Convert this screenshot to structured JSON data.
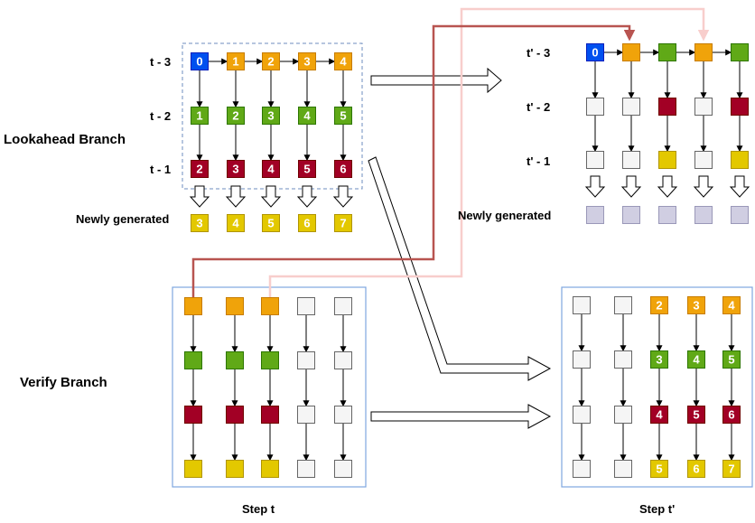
{
  "labels": {
    "lookahead_branch": "Lookahead Branch",
    "verify_branch": "Verify Branch",
    "newly_generated_left": "Newly generated",
    "newly_generated_right": "Newly generated",
    "step_t": "Step t",
    "step_t_prime": "Step t'"
  },
  "left_rows": [
    "t - 3",
    "t - 2",
    "t - 1"
  ],
  "right_rows": [
    "t' - 3",
    "t' - 2",
    "t' - 1"
  ],
  "colors": {
    "blue": "#0050ef",
    "orange": "#f0a30a",
    "green": "#60a917",
    "red": "#a20025",
    "yellow": "#e3c800",
    "gray": "#f5f5f5",
    "lavender": "#d0cee2",
    "dark_red_line": "#b85450",
    "light_red_line": "#f8cecc",
    "frame_dashed": "#6c8ebf",
    "frame_solid": "#7ea6e0"
  },
  "lookahead_t": {
    "row1": [
      {
        "c": "blue",
        "n": "0"
      },
      {
        "c": "orange",
        "n": "1"
      },
      {
        "c": "orange",
        "n": "2"
      },
      {
        "c": "orange",
        "n": "3"
      },
      {
        "c": "orange",
        "n": "4"
      }
    ],
    "row2": [
      {
        "c": "green",
        "n": "1"
      },
      {
        "c": "green",
        "n": "2"
      },
      {
        "c": "green",
        "n": "3"
      },
      {
        "c": "green",
        "n": "4"
      },
      {
        "c": "green",
        "n": "5"
      }
    ],
    "row3": [
      {
        "c": "red",
        "n": "2"
      },
      {
        "c": "red",
        "n": "3"
      },
      {
        "c": "red",
        "n": "4"
      },
      {
        "c": "red",
        "n": "5"
      },
      {
        "c": "red",
        "n": "6"
      }
    ],
    "generated": [
      {
        "c": "yellow",
        "n": "3"
      },
      {
        "c": "yellow",
        "n": "4"
      },
      {
        "c": "yellow",
        "n": "5"
      },
      {
        "c": "yellow",
        "n": "6"
      },
      {
        "c": "yellow",
        "n": "7"
      }
    ]
  },
  "lookahead_tp": {
    "row1": [
      {
        "c": "blue",
        "n": "0"
      },
      {
        "c": "orange",
        "n": ""
      },
      {
        "c": "green",
        "n": ""
      },
      {
        "c": "orange",
        "n": ""
      },
      {
        "c": "green",
        "n": ""
      }
    ],
    "row2": [
      {
        "c": "gray",
        "n": ""
      },
      {
        "c": "gray",
        "n": ""
      },
      {
        "c": "red",
        "n": ""
      },
      {
        "c": "gray",
        "n": ""
      },
      {
        "c": "red",
        "n": ""
      }
    ],
    "row3": [
      {
        "c": "gray",
        "n": ""
      },
      {
        "c": "gray",
        "n": ""
      },
      {
        "c": "yellow",
        "n": ""
      },
      {
        "c": "gray",
        "n": ""
      },
      {
        "c": "yellow",
        "n": ""
      }
    ],
    "generated": [
      {
        "c": "lavender",
        "n": ""
      },
      {
        "c": "lavender",
        "n": ""
      },
      {
        "c": "lavender",
        "n": ""
      },
      {
        "c": "lavender",
        "n": ""
      },
      {
        "c": "lavender",
        "n": ""
      }
    ]
  },
  "verify_t": {
    "row1": [
      {
        "c": "orange",
        "n": ""
      },
      {
        "c": "orange",
        "n": ""
      },
      {
        "c": "orange",
        "n": ""
      },
      {
        "c": "gray",
        "n": ""
      },
      {
        "c": "gray",
        "n": ""
      }
    ],
    "row2": [
      {
        "c": "green",
        "n": ""
      },
      {
        "c": "green",
        "n": ""
      },
      {
        "c": "green",
        "n": ""
      },
      {
        "c": "gray",
        "n": ""
      },
      {
        "c": "gray",
        "n": ""
      }
    ],
    "row3": [
      {
        "c": "red",
        "n": ""
      },
      {
        "c": "red",
        "n": ""
      },
      {
        "c": "red",
        "n": ""
      },
      {
        "c": "gray",
        "n": ""
      },
      {
        "c": "gray",
        "n": ""
      }
    ],
    "row4": [
      {
        "c": "yellow",
        "n": ""
      },
      {
        "c": "yellow",
        "n": ""
      },
      {
        "c": "yellow",
        "n": ""
      },
      {
        "c": "gray",
        "n": ""
      },
      {
        "c": "gray",
        "n": ""
      }
    ]
  },
  "verify_tp": {
    "row1": [
      {
        "c": "gray",
        "n": ""
      },
      {
        "c": "gray",
        "n": ""
      },
      {
        "c": "orange",
        "n": "2"
      },
      {
        "c": "orange",
        "n": "3"
      },
      {
        "c": "orange",
        "n": "4"
      }
    ],
    "row2": [
      {
        "c": "gray",
        "n": ""
      },
      {
        "c": "gray",
        "n": ""
      },
      {
        "c": "green",
        "n": "3"
      },
      {
        "c": "green",
        "n": "4"
      },
      {
        "c": "green",
        "n": "5"
      }
    ],
    "row3": [
      {
        "c": "gray",
        "n": ""
      },
      {
        "c": "gray",
        "n": ""
      },
      {
        "c": "red",
        "n": "4"
      },
      {
        "c": "red",
        "n": "5"
      },
      {
        "c": "red",
        "n": "6"
      }
    ],
    "row4": [
      {
        "c": "gray",
        "n": ""
      },
      {
        "c": "gray",
        "n": ""
      },
      {
        "c": "yellow",
        "n": "5"
      },
      {
        "c": "yellow",
        "n": "6"
      },
      {
        "c": "yellow",
        "n": "7"
      }
    ]
  }
}
